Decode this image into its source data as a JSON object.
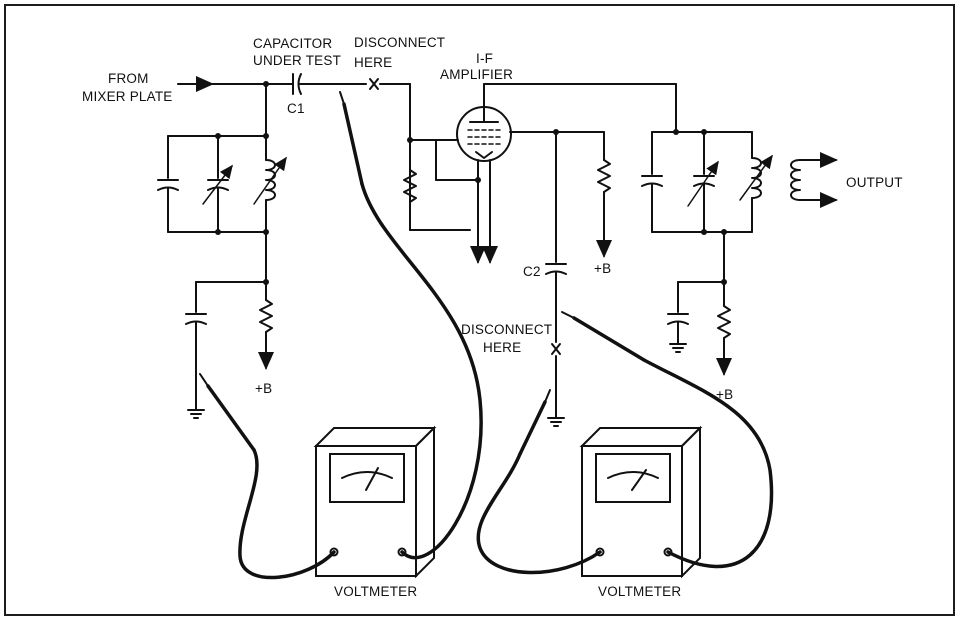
{
  "labels": {
    "from_mixer": [
      "FROM",
      "MIXER PLATE"
    ],
    "capacitor_under_test": [
      "CAPACITOR",
      "UNDER TEST"
    ],
    "c1": "C1",
    "disconnect_top": [
      "DISCONNECT",
      "HERE"
    ],
    "if_amplifier": [
      "I-F",
      "AMPLIFIER"
    ],
    "output": "OUTPUT",
    "c2": "C2",
    "disconnect_mid": [
      "DISCONNECT",
      "HERE"
    ],
    "plus_b_left": "+B",
    "plus_b_mid": "+B",
    "plus_b_right": "+B",
    "voltmeter_left": "VOLTMETER",
    "voltmeter_right": "VOLTMETER"
  }
}
